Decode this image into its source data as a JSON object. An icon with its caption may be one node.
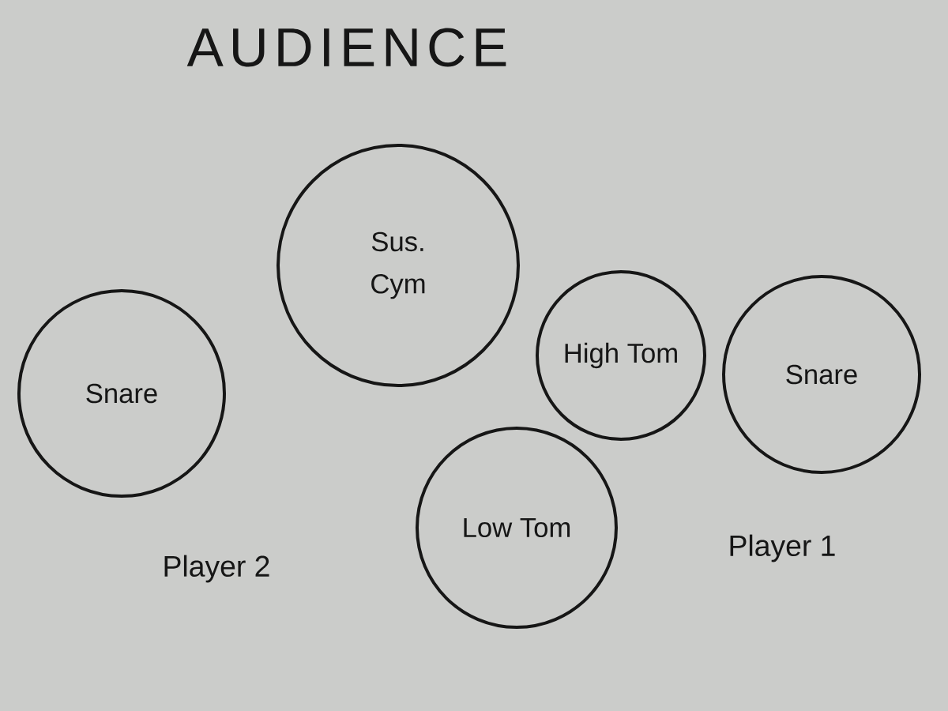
{
  "diagram": {
    "title": "AUDIENCE",
    "nodes": [
      {
        "text": [
          "Sus. Cym"
        ]
      },
      {
        "text": [
          "Snare"
        ]
      },
      {
        "text": [
          "High Tom"
        ]
      },
      {
        "text": [
          "Snare"
        ]
      },
      {
        "text": [
          "Low Tom"
        ]
      }
    ],
    "labels": [
      "Player 2",
      "Player 1"
    ]
  }
}
